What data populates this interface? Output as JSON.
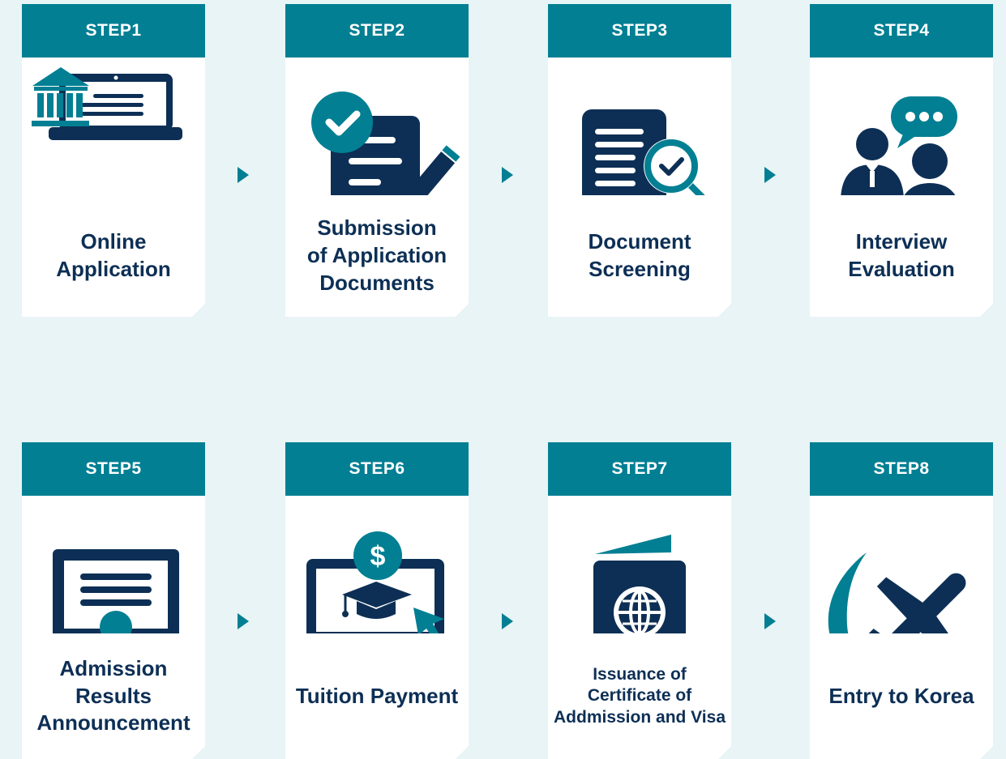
{
  "steps": [
    {
      "step": "STEP1",
      "label_lines": [
        "Online",
        "Application"
      ],
      "icon": "online-application-icon"
    },
    {
      "step": "STEP2",
      "label_lines": [
        "Submission",
        "of Application",
        "Documents"
      ],
      "icon": "document-submission-icon"
    },
    {
      "step": "STEP3",
      "label_lines": [
        "Document",
        "Screening"
      ],
      "icon": "document-screening-icon"
    },
    {
      "step": "STEP4",
      "label_lines": [
        "Interview",
        "Evaluation"
      ],
      "icon": "interview-icon"
    },
    {
      "step": "STEP5",
      "label_lines": [
        "Admission Results",
        "Announcement"
      ],
      "icon": "certificate-icon"
    },
    {
      "step": "STEP6",
      "label_lines": [
        "Tuition Payment"
      ],
      "icon": "tuition-payment-icon"
    },
    {
      "step": "STEP7",
      "label_lines": [
        "Issuance of",
        "Certificate of",
        "Addmission and Visa"
      ],
      "icon": "passport-icon"
    },
    {
      "step": "STEP8",
      "label_lines": [
        "Entry to Korea"
      ],
      "icon": "airplane-icon"
    }
  ],
  "colors": {
    "teal": "#027f93",
    "navy": "#0d2f55",
    "background": "#e8f4f5",
    "card": "#ffffff"
  }
}
